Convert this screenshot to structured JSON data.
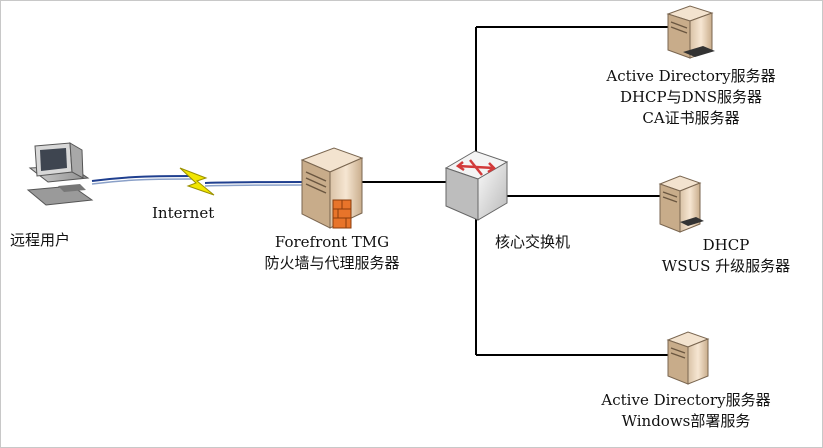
{
  "nodes": {
    "remote_user": {
      "label": "远程用户"
    },
    "firewall": {
      "lines": [
        "Forefront TMG",
        "防火墙与代理服务器"
      ]
    },
    "core_switch": {
      "label": "核心交换机"
    },
    "server_top": {
      "lines": [
        "Active Directory服务器",
        "DHCP与DNS服务器",
        "CA证书服务器"
      ]
    },
    "server_mid": {
      "lines": [
        "DHCP",
        "WSUS 升级服务器"
      ]
    },
    "server_bottom": {
      "lines": [
        "Active Directory服务器",
        "Windows部署服务"
      ]
    }
  },
  "links": {
    "internet_label": "Internet"
  },
  "colors": {
    "line": "#000000",
    "internet_bolt": "#f2e600",
    "internet_wire": "#1f3f8f",
    "tower": "#f0dcc4",
    "switch_arrow": "#d23a3a",
    "firewall_brick": "#e8742a"
  }
}
